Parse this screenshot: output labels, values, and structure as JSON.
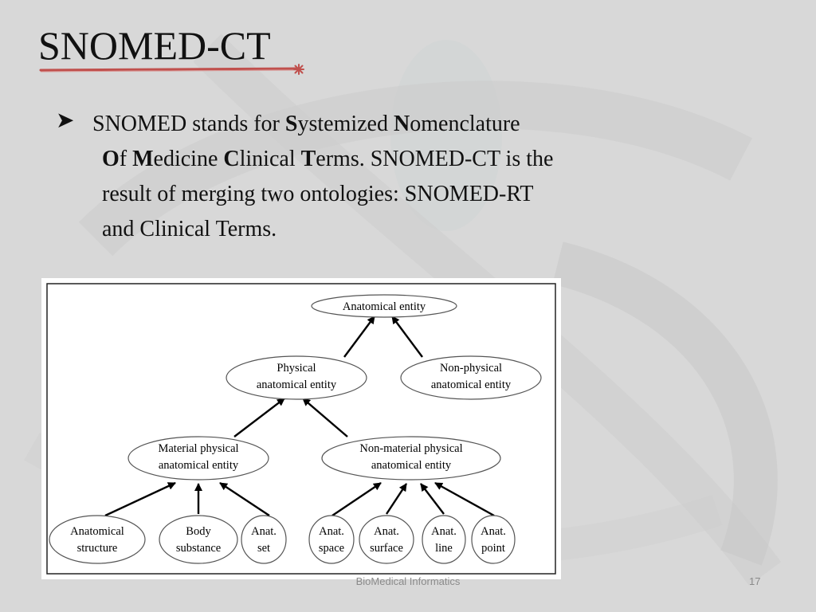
{
  "slide": {
    "title": "SNOMED-CT",
    "bullet": {
      "p1": "SNOMED stands for ",
      "b1": "S",
      "p2": "ystemized ",
      "b2": "N",
      "p3": "omenclature",
      "b3": "O",
      "p4": "f ",
      "b4": "M",
      "p5": "edicine ",
      "b5": "C",
      "p6": "linical ",
      "b6": "T",
      "p7": "erms. SNOMED-CT is the",
      "line3": "result of merging two ontologies: SNOMED-RT",
      "line4": "and Clinical Terms."
    },
    "footer": "BioMedical Informatics",
    "page_number": "17"
  },
  "diagram": {
    "nodes": {
      "anatomical_entity": [
        "Anatomical entity"
      ],
      "physical": [
        "Physical",
        "anatomical entity"
      ],
      "non_physical": [
        "Non-physical",
        "anatomical entity"
      ],
      "material": [
        "Material physical",
        "anatomical entity"
      ],
      "non_material": [
        "Non-material physical",
        "anatomical entity"
      ],
      "anat_structure": [
        "Anatomical",
        "structure"
      ],
      "body_substance": [
        "Body",
        "substance"
      ],
      "anat_set": [
        "Anat.",
        "set"
      ],
      "anat_space": [
        "Anat.",
        "space"
      ],
      "anat_surface": [
        "Anat.",
        "surface"
      ],
      "anat_line": [
        "Anat.",
        "line"
      ],
      "anat_point": [
        "Anat.",
        "point"
      ]
    }
  }
}
